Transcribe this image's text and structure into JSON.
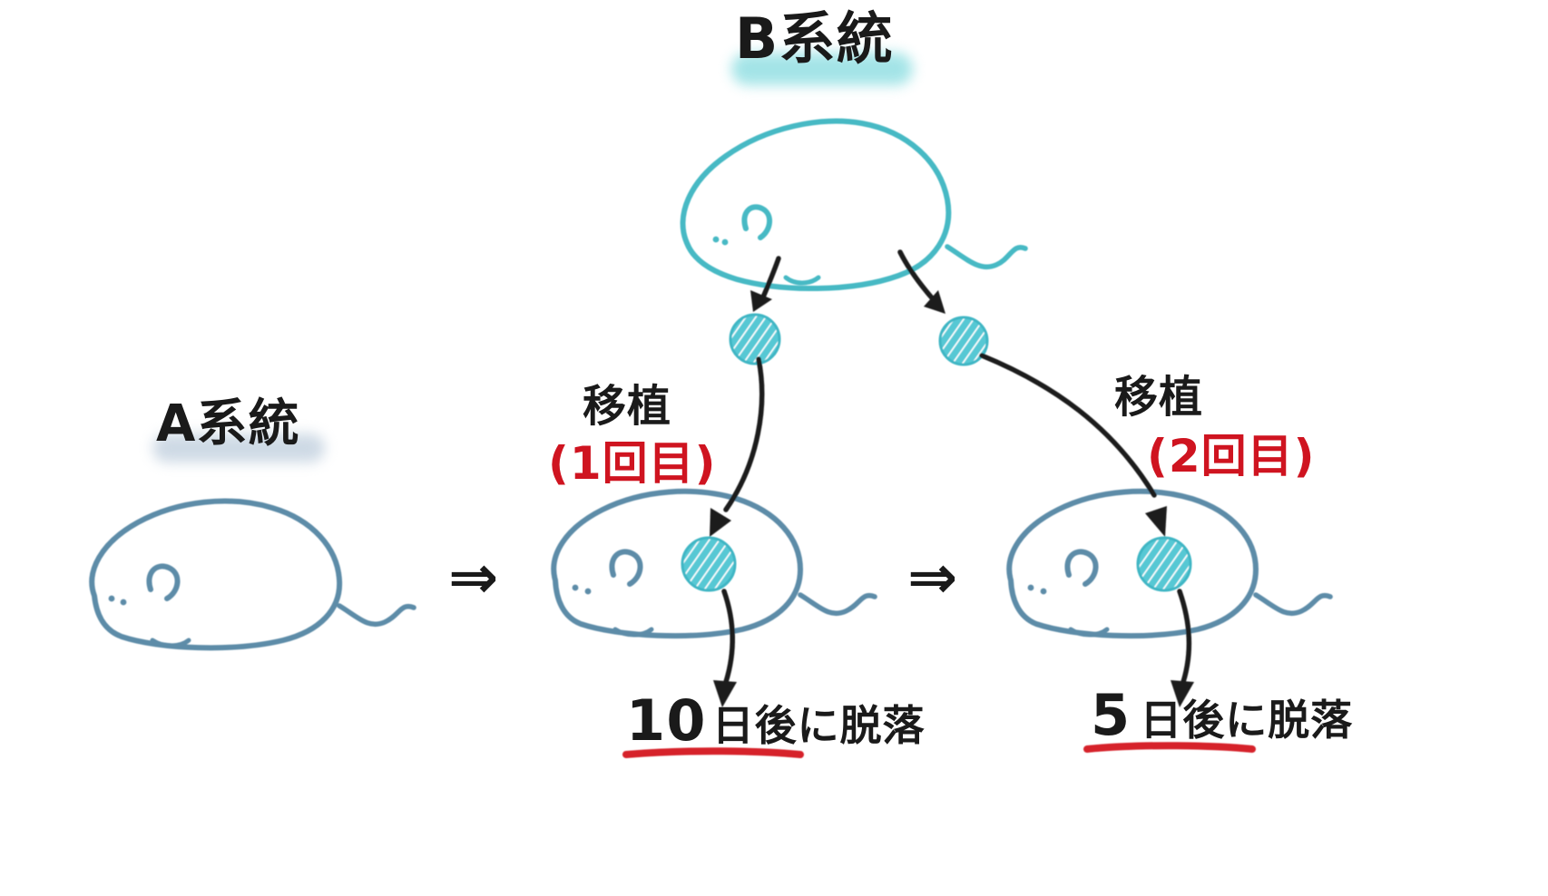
{
  "diagram": {
    "title_hidden": "",
    "strain_b": {
      "label": "B系統",
      "highlight_color": "#9fe3e6",
      "mouse_color": "#46b9c4"
    },
    "strain_a": {
      "label": "A系統",
      "highlight_color": "#ccd8e4",
      "mouse_color": "#5d8ca8"
    },
    "graft": {
      "fill_color": "#56c8d4",
      "hatch_color": "#ffffff"
    },
    "steps": [
      {
        "transplant_label": "移植",
        "round_label": "(1回目)",
        "round_color": "#cf1420",
        "outcome_number": "10",
        "outcome_text": "日後に脱落",
        "underline_color": "#d6202a"
      },
      {
        "transplant_label": "移植",
        "round_label": "(2回目)",
        "round_color": "#cf1420",
        "outcome_number": "5",
        "outcome_text": "日後に脱落",
        "underline_color": "#d6202a"
      }
    ],
    "progress_arrows": [
      "⇒",
      "⇒"
    ]
  }
}
